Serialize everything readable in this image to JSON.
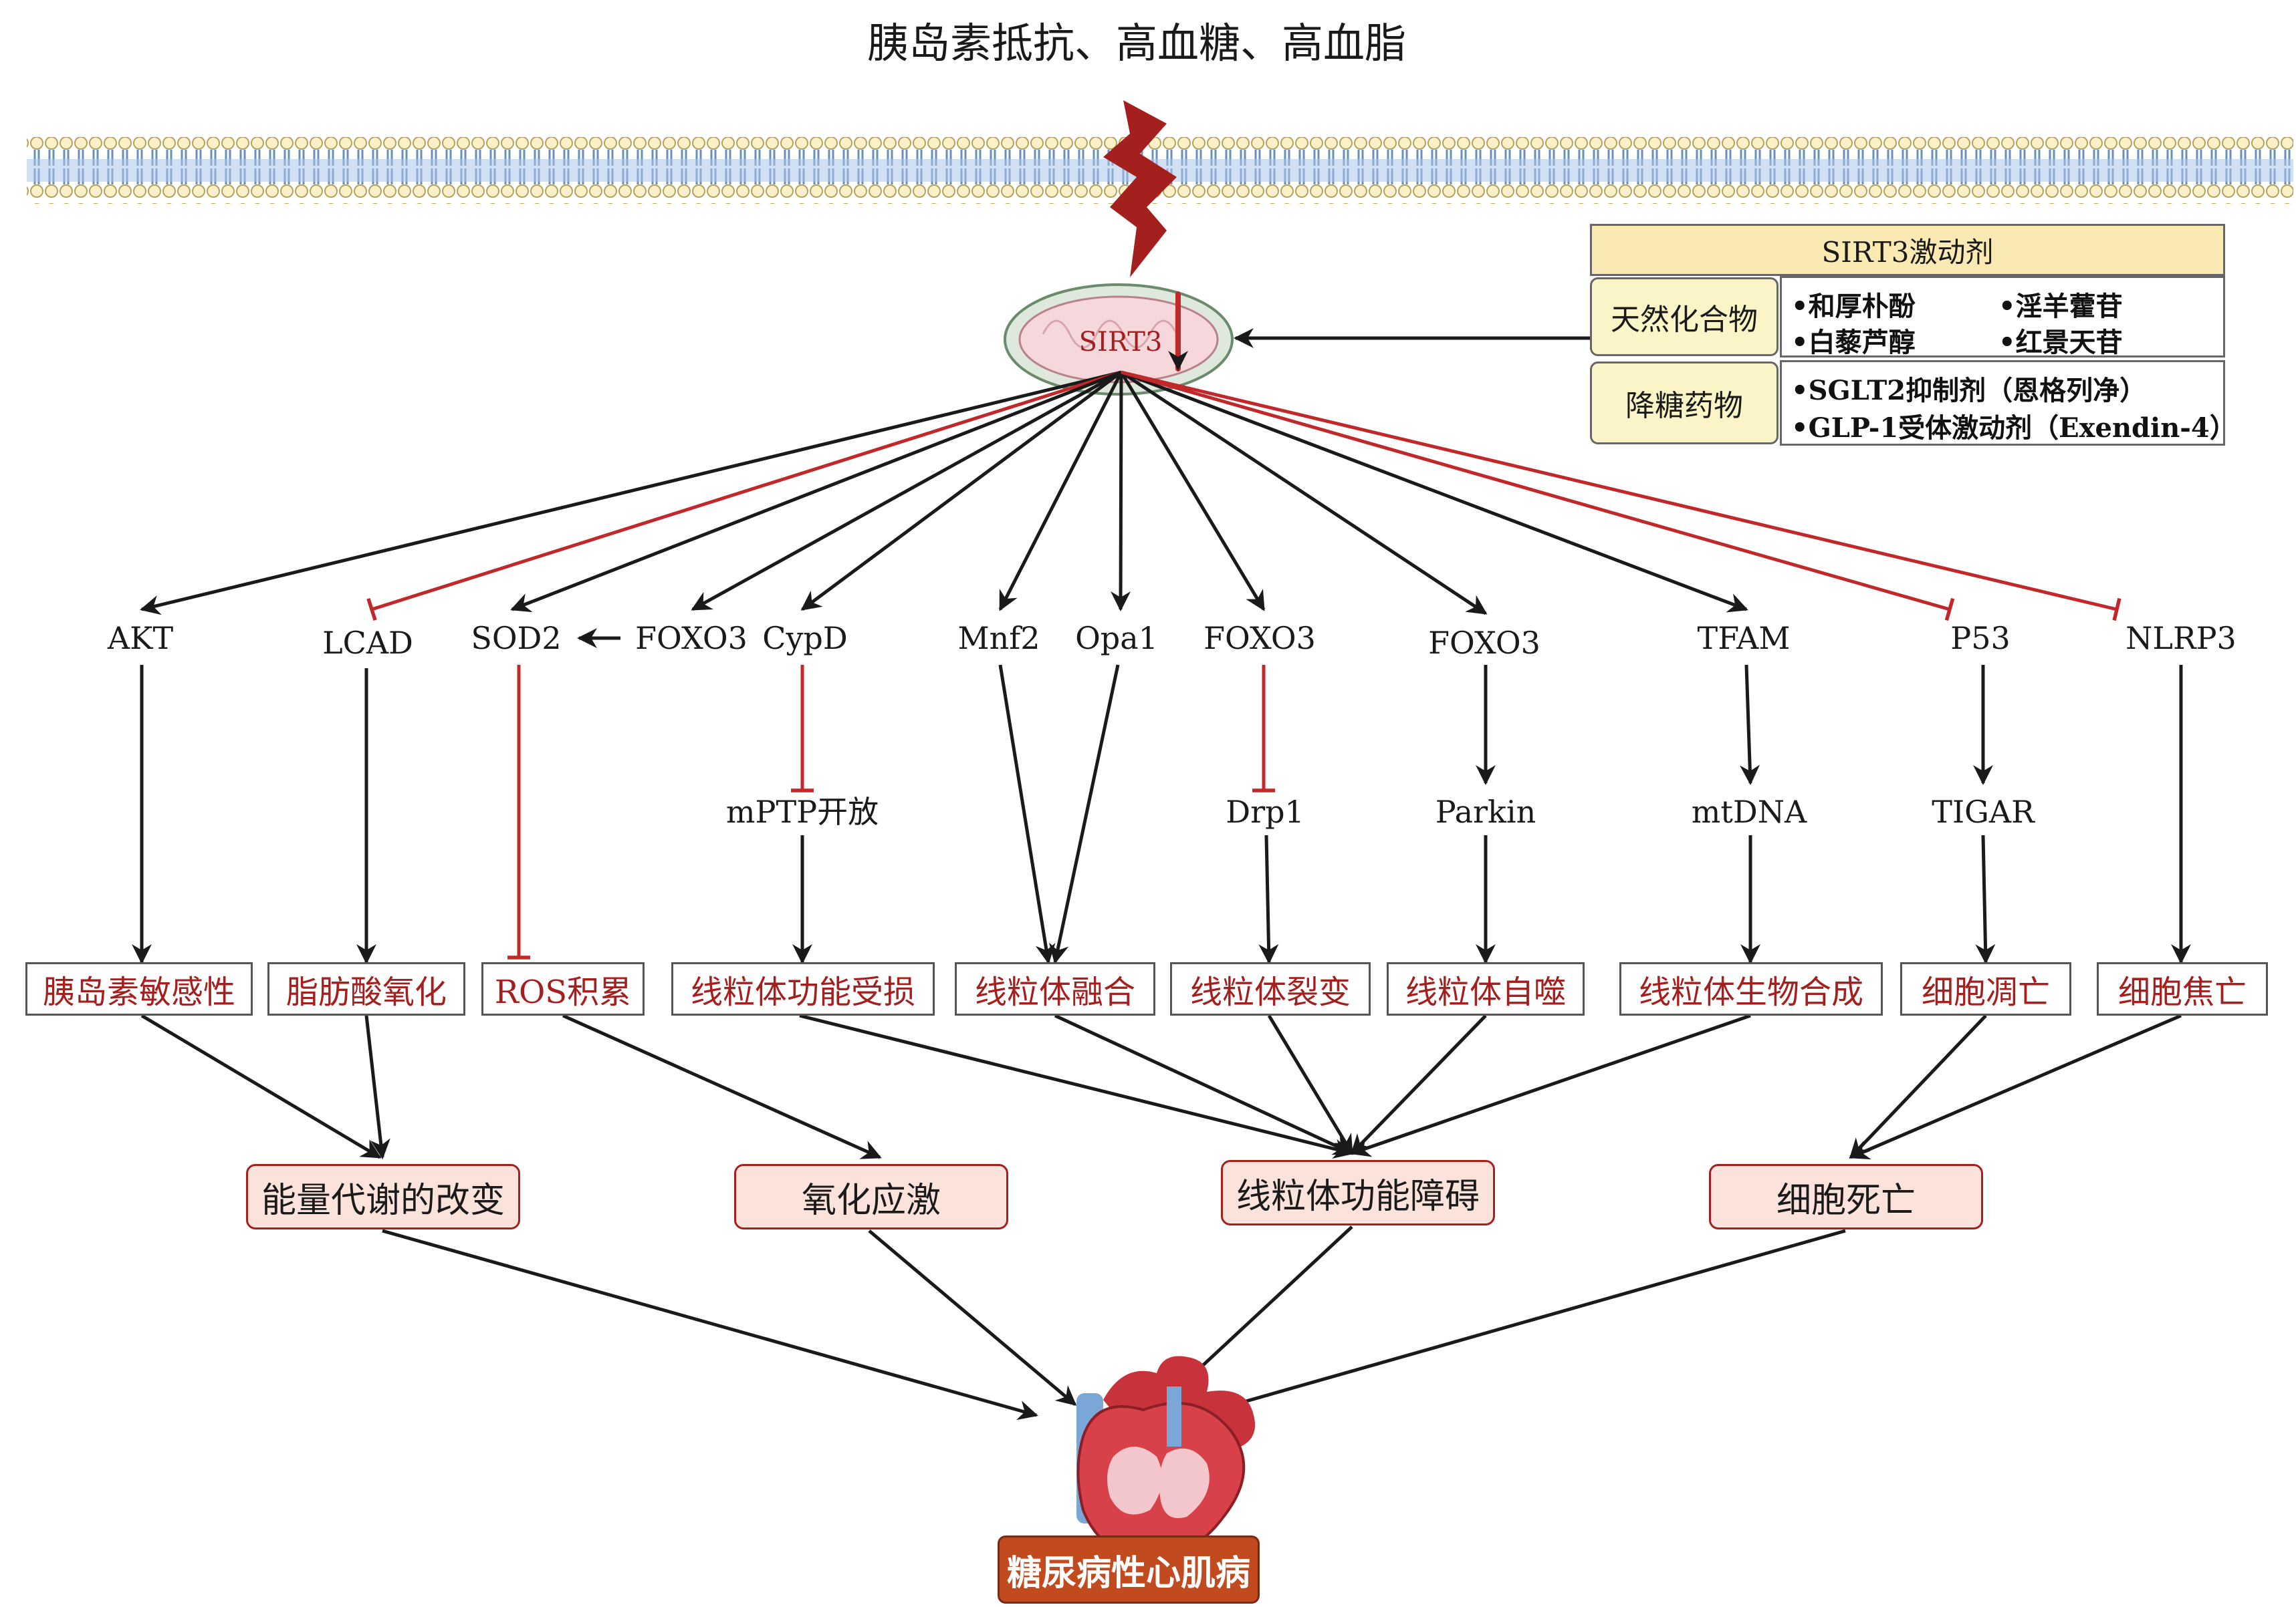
{
  "title": "胰岛素抵抗、高血糖、高血脂",
  "hub": {
    "label": "SIRT3"
  },
  "agonists": {
    "title": "SIRT3激动剂",
    "natural": {
      "label": "天然化合物",
      "items": [
        "•和厚朴酚",
        "•淫羊藿苷",
        "•白藜芦醇",
        "•红景天苷"
      ]
    },
    "drugs": {
      "label": "降糖药物",
      "items": [
        "•SGLT2抑制剂（恩格列净）",
        "•GLP-1受体激动剂（Exendin-4）"
      ]
    }
  },
  "targets": {
    "akt": "AKT",
    "lcad": "LCAD",
    "sod2": "SOD2",
    "foxo3_a": "FOXO3",
    "cypd": "CypD",
    "mnf2": "Mnf2",
    "opa1": "Opa1",
    "foxo3_b": "FOXO3",
    "foxo3_c": "FOXO3",
    "tfam": "TFAM",
    "p53": "P53",
    "nlrp3": "NLRP3"
  },
  "mediators": {
    "mptp": "mPTP开放",
    "drp1": "Drp1",
    "parkin": "Parkin",
    "mtdna": "mtDNA",
    "tigar": "TIGAR"
  },
  "effects": {
    "insulin_sensitivity": "胰岛素敏感性",
    "fatty_acid_oxidation": "脂肪酸氧化",
    "ros": "ROS积累",
    "mito_damage": "线粒体功能受损",
    "mito_fusion": "线粒体融合",
    "mito_fission": "线粒体裂变",
    "mitophagy": "线粒体自噬",
    "mito_biogenesis": "线粒体生物合成",
    "apoptosis": "细胞凋亡",
    "pyroptosis": "细胞焦亡"
  },
  "categories": {
    "energy": "能量代谢的改变",
    "oxidative": "氧化应激",
    "mito_dysfunction": "线粒体功能障碍",
    "cell_death": "细胞死亡"
  },
  "outcome": "糖尿病性心肌病",
  "colors": {
    "activate": "#1a1a1a",
    "inhibit": "#c0282a",
    "effect_text": "#a3201f",
    "category_fill": "#fbe3db",
    "outcome_fill": "#c24a1f",
    "membrane": "#8fb3dc"
  }
}
